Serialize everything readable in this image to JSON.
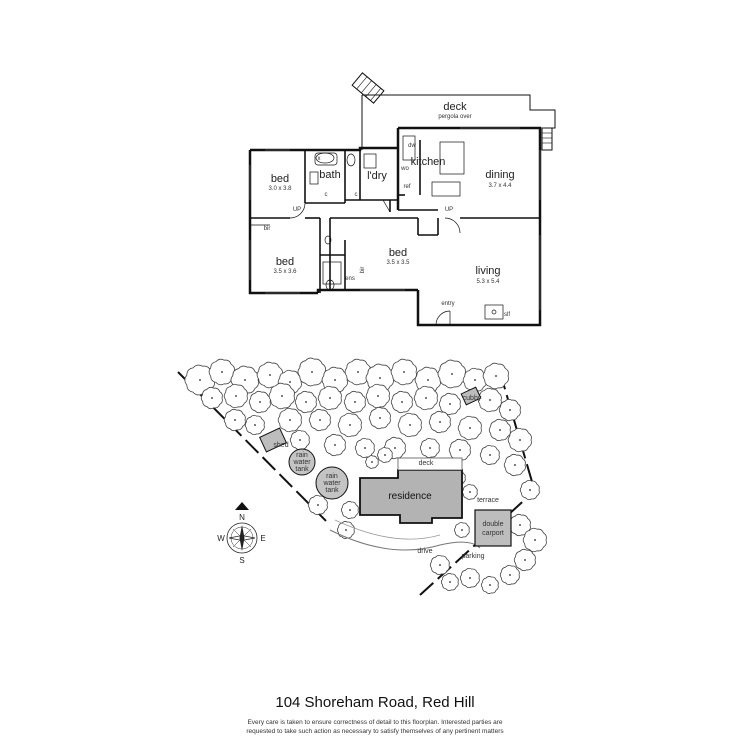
{
  "floorplan": {
    "rooms": {
      "deck": {
        "label": "deck",
        "note": "pergola over"
      },
      "kitchen": {
        "label": "kitchen"
      },
      "dining": {
        "label": "dining",
        "dim": "3.7 x 4.4"
      },
      "living": {
        "label": "living",
        "dim": "5.3 x 5.4"
      },
      "bed1": {
        "label": "bed",
        "dim": "3.0 x 3.8"
      },
      "bed2": {
        "label": "bed",
        "dim": "3.5 x 3.6"
      },
      "bed3": {
        "label": "bed",
        "dim": "3.5 x 3.5"
      },
      "bath": {
        "label": "bath"
      },
      "laundry": {
        "label": "l'dry"
      }
    },
    "fixtures": {
      "dw": "dw",
      "ref": "ref",
      "wo": "wo",
      "bir1": "bir",
      "bir2": "bir",
      "ens": "ens",
      "entry": "entry",
      "slf": "slf",
      "up1": "UP",
      "up2": "UP",
      "c1": "c",
      "c2": "c",
      "x": "x"
    }
  },
  "siteplan": {
    "labels": {
      "residence": "residence",
      "deck": "deck",
      "terrace": "terrace",
      "double_carport": [
        "double",
        "carport"
      ],
      "drive": "drive",
      "parking": "parking",
      "shed": "shed",
      "rain_tank_1": [
        "rain",
        "water",
        "tank"
      ],
      "rain_tank_2": [
        "rain",
        "water",
        "tank"
      ],
      "cubby": "cubby"
    },
    "compass": {
      "n": "N",
      "s": "S",
      "e": "E",
      "w": "W"
    }
  },
  "footer": {
    "address": "104 Shoreham Road, Red Hill",
    "disclaimer_line1": "Every care is taken to ensure correctness of detail to this floorplan. Interested parties are",
    "disclaimer_line2": "requested to take such action as necessary to satisfy themselves of any pertinent matters"
  }
}
